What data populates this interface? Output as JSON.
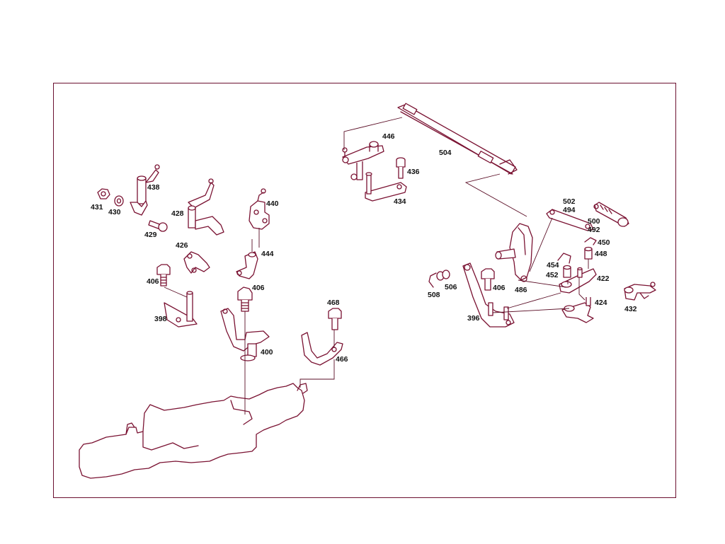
{
  "diagram": {
    "colors": {
      "frame": "#6b1030",
      "parts": "#7a1232",
      "labels": "#111111"
    },
    "callouts": [
      "504",
      "446",
      "436",
      "434",
      "438",
      "431",
      "430",
      "429",
      "428",
      "440",
      "426",
      "444",
      "406",
      "406",
      "406",
      "398",
      "468",
      "400",
      "466",
      "502",
      "494",
      "500",
      "492",
      "450",
      "448",
      "454",
      "452",
      "422",
      "508",
      "506",
      "486",
      "396",
      "424",
      "432"
    ]
  }
}
